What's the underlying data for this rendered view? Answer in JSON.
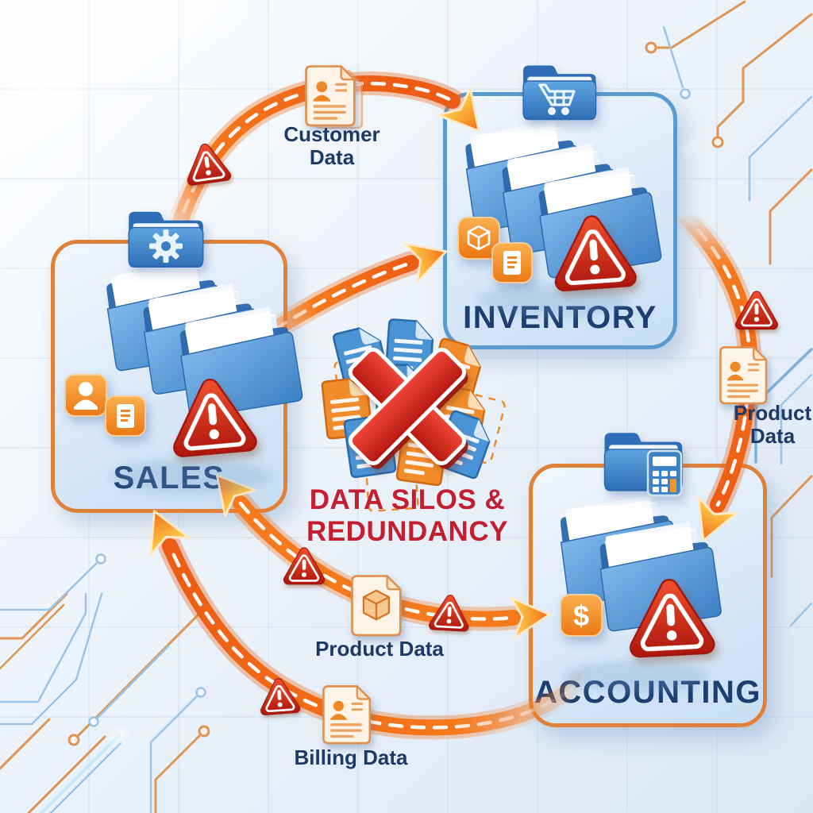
{
  "diagram": {
    "center": {
      "title_line1": "DATA SILOS &",
      "title_line2": "REDUNDANCY"
    },
    "departments": {
      "sales": {
        "label": "SALES"
      },
      "inventory": {
        "label": "INVENTORY"
      },
      "accounting": {
        "label": "ACCOUNTING"
      }
    },
    "flow_labels": {
      "customer_data": "Customer Data",
      "product_data_right": "Product Data",
      "product_data_bottom": "Product Data",
      "billing_data": "Billing Data"
    },
    "icons": {
      "sales_folder_tab": "gear-folder-icon",
      "inventory_folder_tab": "cart-folder-icon",
      "accounting_folder_tab": "calculator-folder-icon",
      "sales_badges": [
        "person-badge-icon",
        "document-badge-icon"
      ],
      "inventory_badges": [
        "package-badge-icon",
        "document-badge-icon"
      ],
      "accounting_badges": [
        "dollar-badge-icon"
      ],
      "warning_marker": "warning-triangle-icon",
      "customer_document": "contact-card-document-icon",
      "product_document_right": "contact-card-document-icon",
      "product_document_bottom": "package-document-icon",
      "billing_document": "contact-card-document-icon",
      "center_block": "red-x-over-documents-icon"
    },
    "colors": {
      "arrow_orange": "#F5791D",
      "warning_red": "#C8271B",
      "title_red": "#C41F31",
      "navy_text": "#1D3F70",
      "folder_blue": "#3B7FC4",
      "badge_orange": "#EF8728",
      "box_border_orange": "#E0813A",
      "box_border_blue": "#5B9ACE",
      "background_tint": "#E8F0F9"
    }
  }
}
